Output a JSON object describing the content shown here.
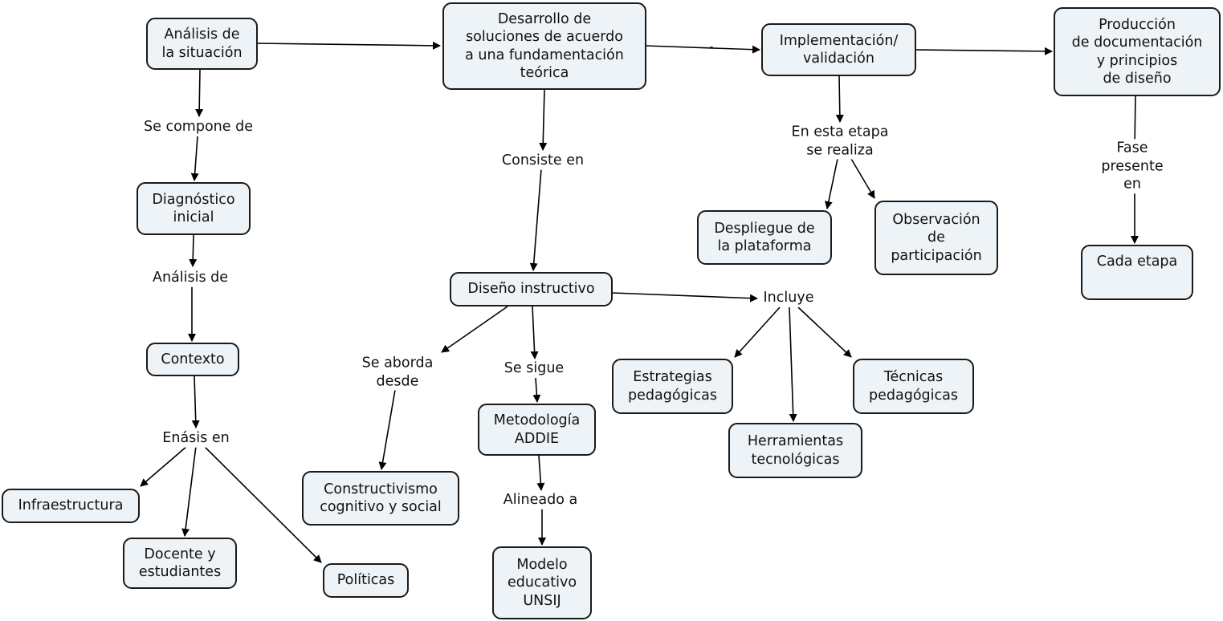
{
  "concept_map": {
    "nodes": {
      "analisis_situacion": "Análisis de\nla situación",
      "desarrollo": "Desarrollo de\nsoluciones de acuerdo\na una fundamentación\nteórica",
      "implementacion": "Implementación/\nvalidación",
      "produccion": "Producción\nde documentación\ny principios\nde diseño",
      "diagnostico": "Diagnóstico\ninicial",
      "contexto": "Contexto",
      "infraestructura": "Infraestructura",
      "docente": "Docente y\nestudiantes",
      "politicas": "Políticas",
      "diseno": "Diseño instructivo",
      "constructivismo": "Constructivismo\ncognitivo y social",
      "addie": "Metodología\nADDIE",
      "modelo": "Modelo\neducativo\nUNSIJ",
      "estrategias": "Estrategias\npedagógicas",
      "herramientas": "Herramientas\ntecnológicas",
      "tecnicas": "Técnicas\npedagógicas",
      "despliegue": "Despliegue de\nla plataforma",
      "observacion": "Observación\nde\nparticipación",
      "cada_etapa": "Cada etapa"
    },
    "links": {
      "se_compone": "Se compone de",
      "analisis_de": "Análisis de",
      "enasis": "Enásis en",
      "consiste": "Consiste en",
      "aborda": "Se aborda\ndesde",
      "sigue": "Se sigue",
      "alineado": "Alineado a",
      "incluye": "Incluye",
      "etapa": "En esta etapa\nse realiza",
      "fase": "Fase presente\nen",
      "dash": "-"
    }
  }
}
